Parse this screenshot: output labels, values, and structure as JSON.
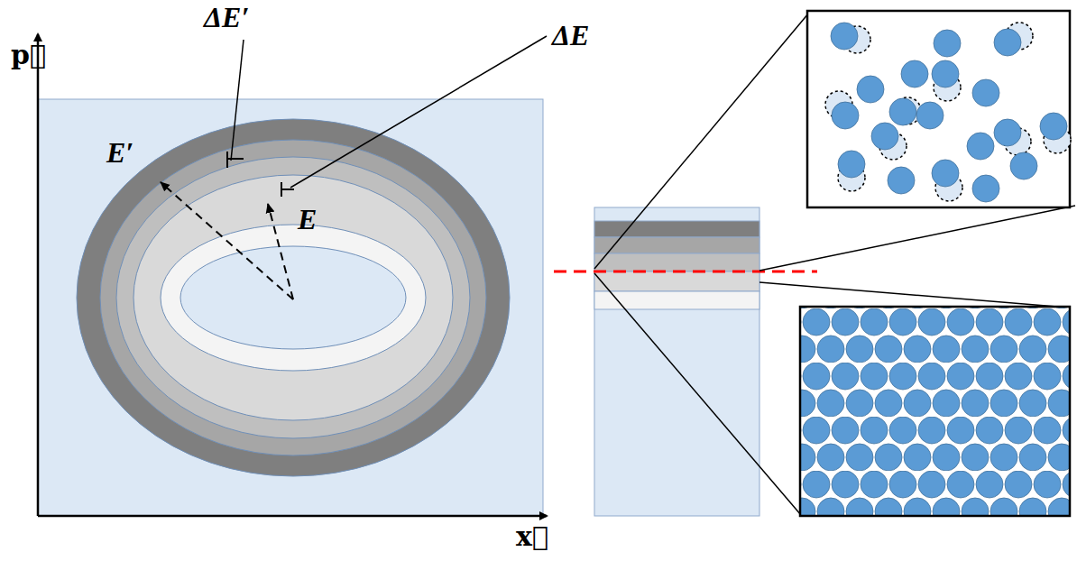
{
  "diagram": {
    "labels": [
      "ΔE′",
      "ΔE",
      "E′",
      "E",
      "p⃗",
      "x⃗"
    ]
  }
}
